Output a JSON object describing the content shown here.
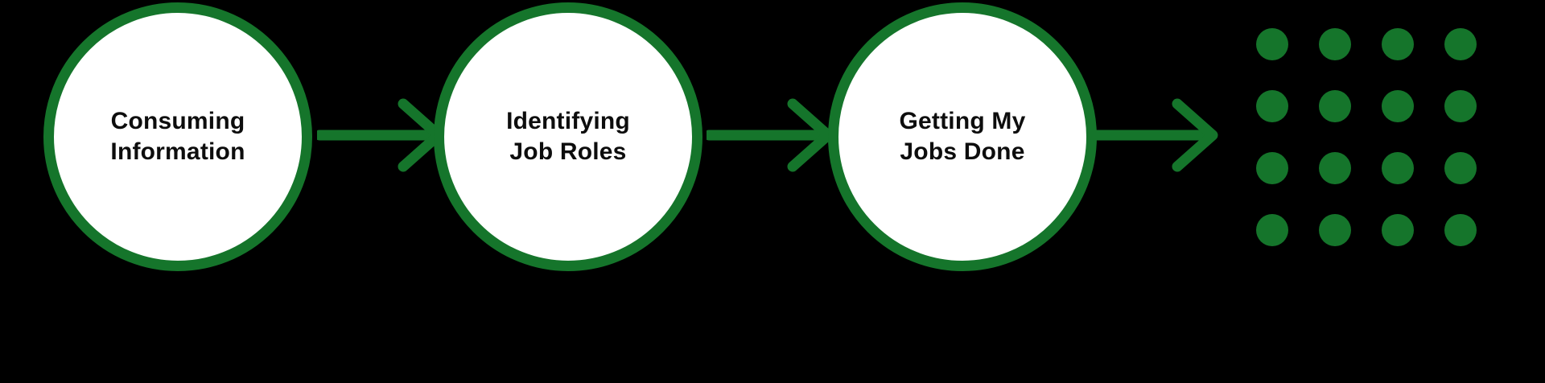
{
  "colors": {
    "background": "#000000",
    "green": "#15752B",
    "circle_fill": "#FFFFFF",
    "label_text": "#0D0D0D"
  },
  "steps": [
    {
      "label": "Consuming Information",
      "lines": [
        "Consuming",
        "Information"
      ]
    },
    {
      "label": "Identifying Job Roles",
      "lines": [
        "Identifying",
        "Job Roles"
      ]
    },
    {
      "label": "Getting My Jobs Done",
      "lines": [
        "Getting My",
        "Jobs Done"
      ]
    }
  ],
  "icons": {
    "arrow": "right-arrow-icon",
    "dots": "dot-grid"
  },
  "dot_grid": {
    "rows": 4,
    "cols": 4,
    "count": 16
  }
}
